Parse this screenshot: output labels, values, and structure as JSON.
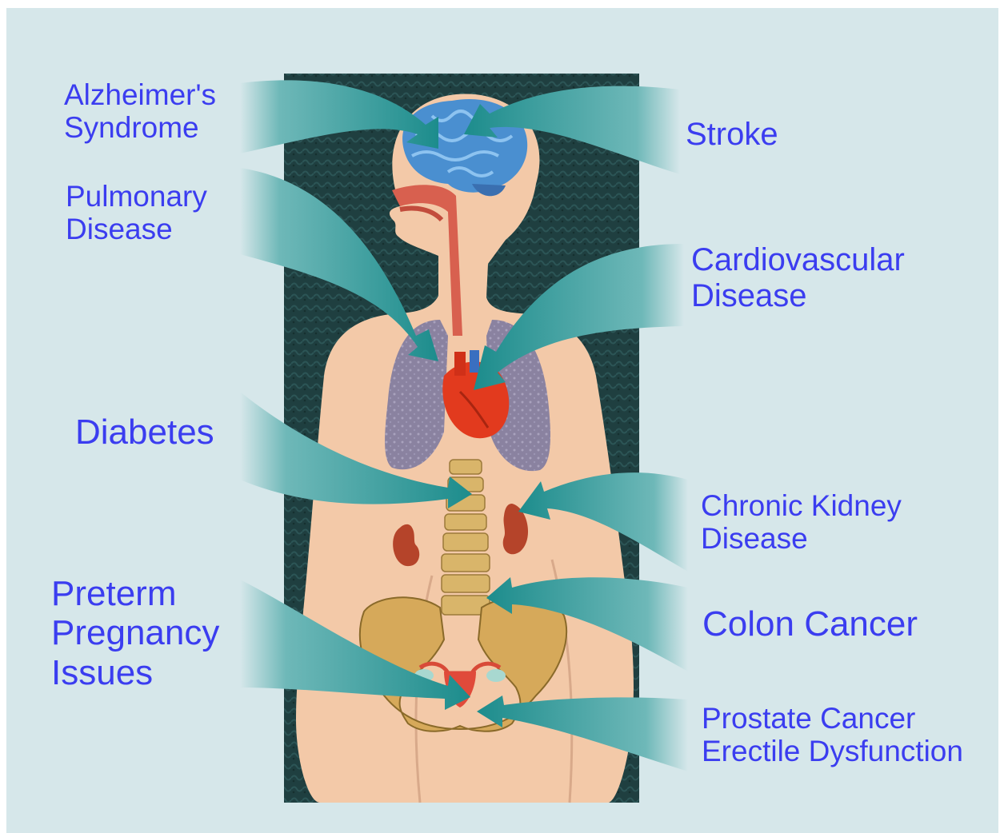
{
  "colors": {
    "label_text": "#3b3df0",
    "background": "#d6e7ea",
    "panel_dark": "#1e3e3e",
    "arrow_teal": "#1f8f8f",
    "skin": "#f3c9a8",
    "brain": "#4a8fd0",
    "heart": "#e23a1e",
    "lungs": "#8f86a6",
    "kidney": "#b5442a",
    "bone": "#d9b56a"
  },
  "labels": {
    "alzheimers": [
      "Alzheimer's",
      "Syndrome"
    ],
    "pulmonary": [
      "Pulmonary",
      "Disease"
    ],
    "diabetes": [
      "Diabetes"
    ],
    "preterm": [
      "Preterm",
      "Pregnancy",
      "Issues"
    ],
    "stroke": [
      "Stroke"
    ],
    "cardiovascular": [
      "Cardiovascular",
      "Disease"
    ],
    "kidney": [
      "Chronic Kidney",
      "Disease"
    ],
    "colon": [
      "Colon Cancer"
    ],
    "prostate": [
      "Prostate Cancer",
      "Erectile Dysfunction"
    ]
  },
  "icons": [
    "brain-icon",
    "heart-icon",
    "lungs-icon",
    "kidney-icon",
    "spine-icon",
    "pelvis-icon",
    "uterus-icon"
  ]
}
